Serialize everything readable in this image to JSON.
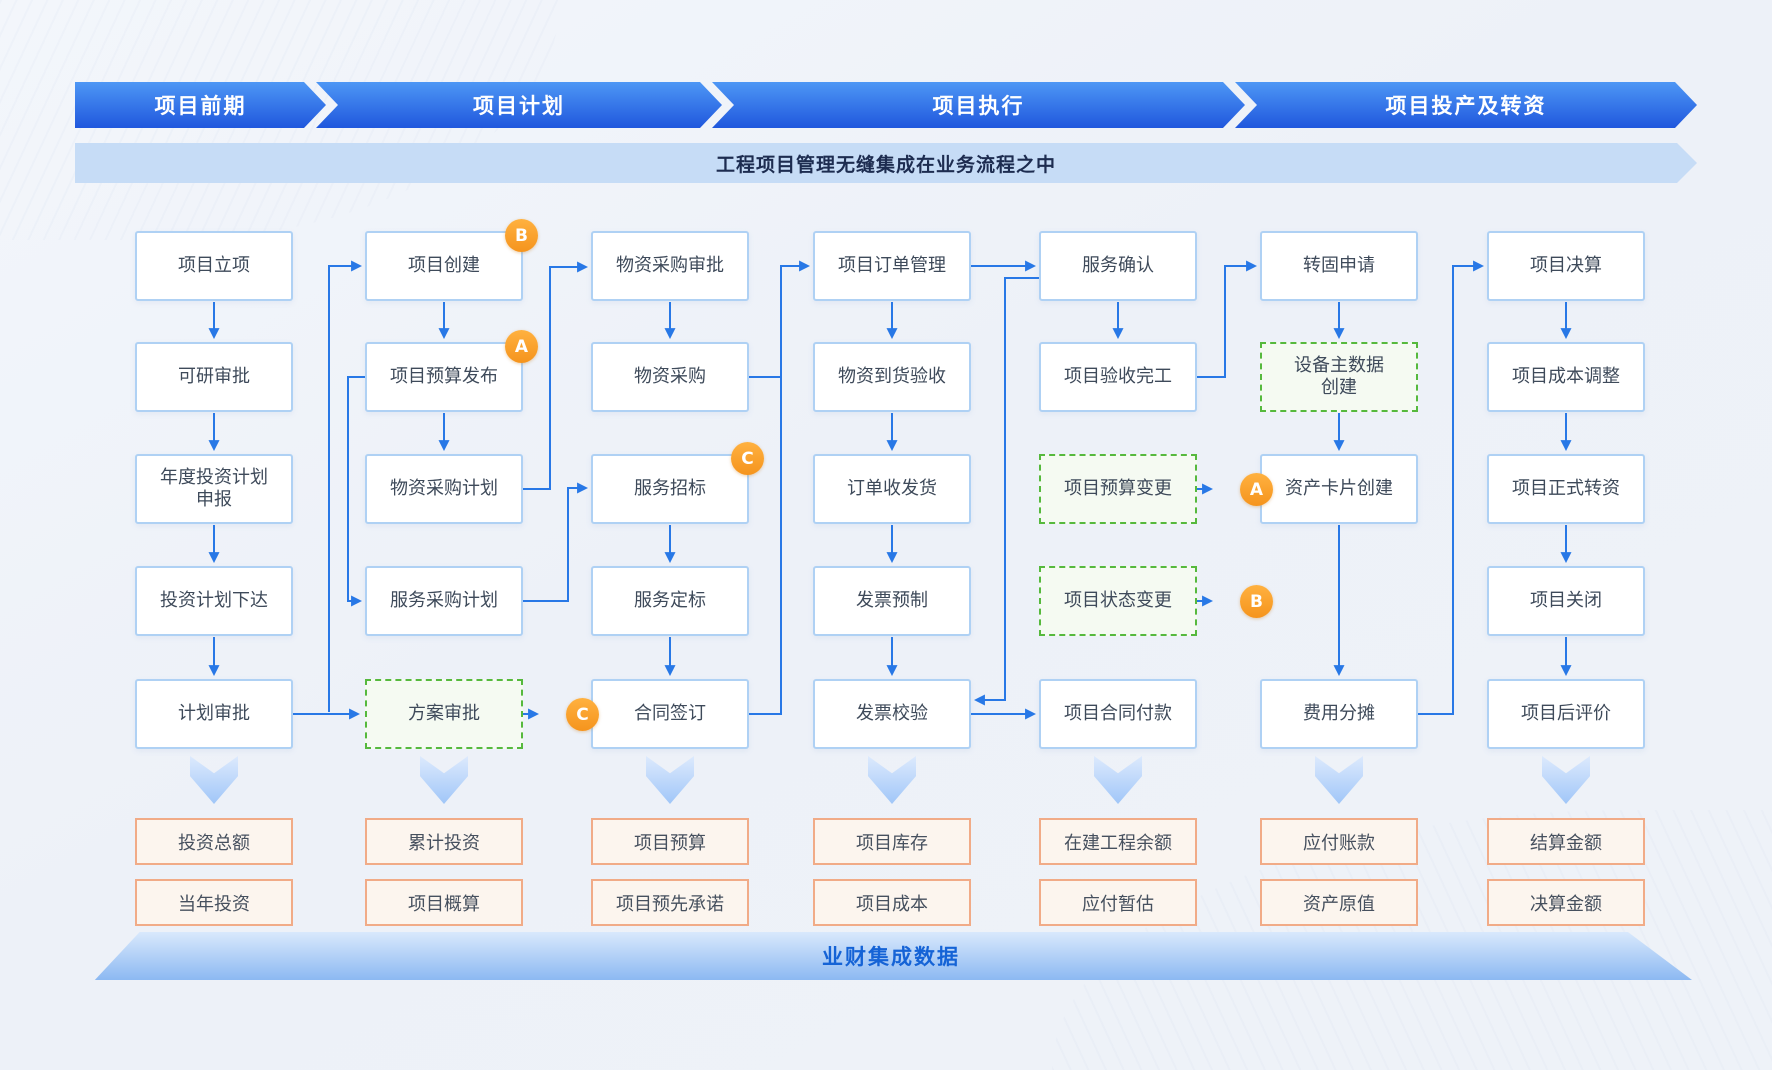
{
  "phase_banner": {
    "items": [
      "项目前期",
      "项目计划",
      "项目执行",
      "项目投产及转资"
    ]
  },
  "subtitle": "工程项目管理无缝集成在业务流程之中",
  "bottom_banner": "业财集成数据",
  "columns": [
    {
      "boxes": [
        {
          "label": "项目立项",
          "row": 0
        },
        {
          "label": "可研审批",
          "row": 1
        },
        {
          "label": "年度投资计划\n申报",
          "row": 2
        },
        {
          "label": "投资计划下达",
          "row": 3
        },
        {
          "label": "计划审批",
          "row": 4
        }
      ],
      "data_labels": [
        "投资总额",
        "当年投资"
      ]
    },
    {
      "boxes": [
        {
          "label": "项目创建",
          "row": 0,
          "badge": "B"
        },
        {
          "label": "项目预算发布",
          "row": 1,
          "badge": "A"
        },
        {
          "label": "物资采购计划",
          "row": 2
        },
        {
          "label": "服务采购计划",
          "row": 3
        },
        {
          "label": "方案审批",
          "row": 4,
          "dashed": true,
          "float_badge": "C"
        }
      ],
      "data_labels": [
        "累计投资",
        "项目概算"
      ]
    },
    {
      "boxes": [
        {
          "label": "物资采购审批",
          "row": 0
        },
        {
          "label": "物资采购",
          "row": 1
        },
        {
          "label": "服务招标",
          "row": 2,
          "badge": "C"
        },
        {
          "label": "服务定标",
          "row": 3
        },
        {
          "label": "合同签订",
          "row": 4
        }
      ],
      "data_labels": [
        "项目预算",
        "项目预先承诺"
      ]
    },
    {
      "boxes": [
        {
          "label": "项目订单管理",
          "row": 0
        },
        {
          "label": "物资到货验收",
          "row": 1
        },
        {
          "label": "订单收发货",
          "row": 2
        },
        {
          "label": "发票预制",
          "row": 3
        },
        {
          "label": "发票校验",
          "row": 4
        }
      ],
      "data_labels": [
        "项目库存",
        "项目成本"
      ]
    },
    {
      "boxes": [
        {
          "label": "服务确认",
          "row": 0
        },
        {
          "label": "项目验收完工",
          "row": 1
        },
        {
          "label": "项目预算变更",
          "row": 2,
          "dashed": true,
          "float_badge": "A"
        },
        {
          "label": "项目状态变更",
          "row": 3,
          "dashed": true,
          "float_badge": "B"
        },
        {
          "label": "项目合同付款",
          "row": 4
        }
      ],
      "data_labels": [
        "在建工程余额",
        "应付暂估"
      ]
    },
    {
      "boxes": [
        {
          "label": "转固申请",
          "row": 0
        },
        {
          "label": "设备主数据\n创建",
          "row": 1,
          "dashed": true
        },
        {
          "label": "资产卡片创建",
          "row": 2
        },
        {
          "label": "费用分摊",
          "row": 4
        }
      ],
      "data_labels": [
        "应付账款",
        "资产原值"
      ]
    },
    {
      "boxes": [
        {
          "label": "项目决算",
          "row": 0
        },
        {
          "label": "项目成本调整",
          "row": 1
        },
        {
          "label": "项目正式转资",
          "row": 2
        },
        {
          "label": "项目关闭",
          "row": 3
        },
        {
          "label": "项目后评价",
          "row": 4
        }
      ],
      "data_labels": [
        "结算金额",
        "决算金额"
      ]
    }
  ],
  "connections": [
    {
      "from": "项目立项",
      "to": "可研审批"
    },
    {
      "from": "可研审批",
      "to": "年度投资计划申报"
    },
    {
      "from": "年度投资计划申报",
      "to": "投资计划下达"
    },
    {
      "from": "投资计划下达",
      "to": "计划审批"
    },
    {
      "from": "项目创建",
      "to": "项目预算发布"
    },
    {
      "from": "项目预算发布",
      "to": "物资采购计划"
    },
    {
      "from": "物资采购审批",
      "to": "物资采购"
    },
    {
      "from": "服务招标",
      "to": "服务定标"
    },
    {
      "from": "服务定标",
      "to": "合同签订"
    },
    {
      "from": "项目订单管理",
      "to": "物资到货验收"
    },
    {
      "from": "物资到货验收",
      "to": "订单收发货"
    },
    {
      "from": "订单收发货",
      "to": "发票预制"
    },
    {
      "from": "发票预制",
      "to": "发票校验"
    },
    {
      "from": "服务确认",
      "to": "项目验收完工"
    },
    {
      "from": "转固申请",
      "to": "设备主数据创建"
    },
    {
      "from": "设备主数据创建",
      "to": "资产卡片创建"
    },
    {
      "from": "资产卡片创建",
      "to": "费用分摊"
    },
    {
      "from": "项目决算",
      "to": "项目成本调整"
    },
    {
      "from": "项目成本调整",
      "to": "项目正式转资"
    },
    {
      "from": "项目正式转资",
      "to": "项目关闭"
    },
    {
      "from": "项目关闭",
      "to": "项目后评价"
    },
    {
      "from": "计划审批",
      "to": "方案审批"
    },
    {
      "from": "计划审批",
      "to": "项目创建"
    },
    {
      "from": "项目预算发布",
      "to": "服务采购计划"
    },
    {
      "from": "物资采购计划",
      "to": "物资采购审批"
    },
    {
      "from": "服务采购计划",
      "to": "服务招标"
    },
    {
      "from": "物资采购",
      "to": "项目订单管理"
    },
    {
      "from": "合同签订",
      "to": "项目订单管理"
    },
    {
      "from": "项目订单管理",
      "to": "服务确认"
    },
    {
      "from": "服务确认",
      "to": "发票校验"
    },
    {
      "from": "发票校验",
      "to": "项目合同付款"
    },
    {
      "from": "项目验收完工",
      "to": "转固申请"
    },
    {
      "from": "费用分摊",
      "to": "项目决算"
    },
    {
      "from": "方案审批",
      "to": "badge-C"
    },
    {
      "from": "项目预算变更",
      "to": "badge-A"
    },
    {
      "from": "项目状态变更",
      "to": "badge-B"
    }
  ],
  "colors": {
    "arrow": "#2878E6",
    "badge_orange": "#F89B1C",
    "dashed_green": "#56B93D",
    "box_border_blue": "#AFD1F4",
    "data_border_salmon": "#F1AB87",
    "banner_blue_top": "#4E97F5",
    "banner_blue_bottom": "#2057DD",
    "subtitle_band": "#C6DCF6",
    "bottom_text_blue": "#1563D6"
  }
}
